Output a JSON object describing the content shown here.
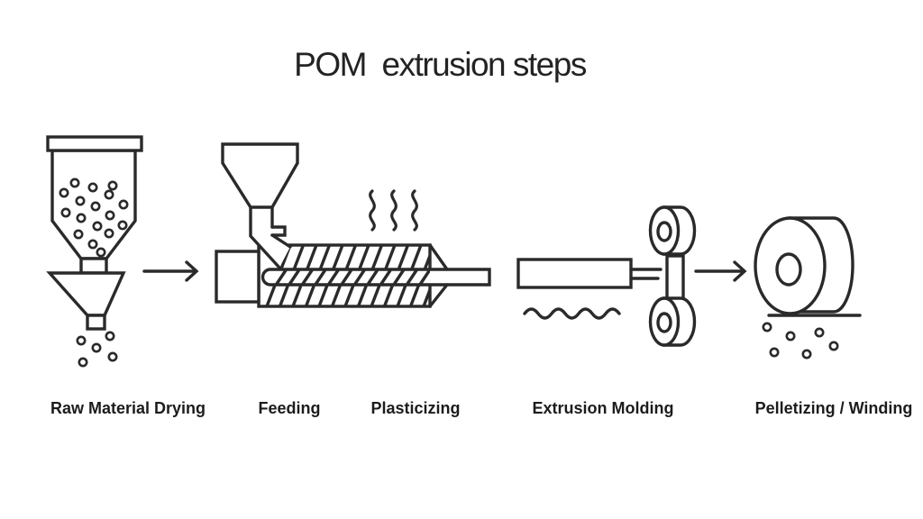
{
  "title": "POM  extrusion steps",
  "colors": {
    "background": "#ffffff",
    "line_art": "#2a2a2a",
    "text": "#1c1c1c"
  },
  "steps": [
    {
      "label": "Raw Material Drying",
      "icon": "drying-hopper-icon"
    },
    {
      "label": "Feeding",
      "icon": "feeding-funnel-icon"
    },
    {
      "label": "Plasticizing",
      "icon": "screw-extruder-icon"
    },
    {
      "label": "Extrusion Molding",
      "icon": "extrusion-die-pelletizer-icon"
    },
    {
      "label": "Pelletizing / Winding",
      "icon": "winding-roll-icon"
    }
  ],
  "connectors": [
    {
      "icon": "arrow-right-icon"
    },
    {
      "icon": "arrow-right-icon"
    }
  ]
}
